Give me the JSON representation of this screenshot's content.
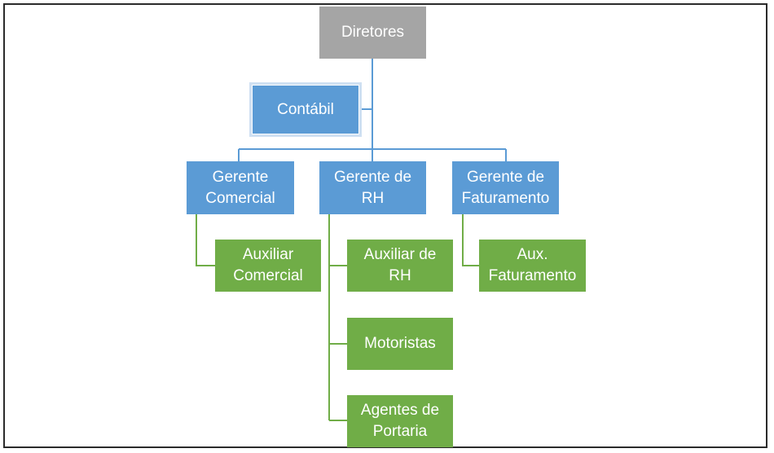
{
  "colors": {
    "director": "#a5a5a5",
    "manager": "#5b9bd5",
    "staff": "#70ad47",
    "connector": "#5b9bd5",
    "staff_connector": "#70ad47"
  },
  "org": {
    "top": {
      "label": "Diretores"
    },
    "assistant": {
      "label": "Contábil"
    },
    "managers": [
      {
        "label": "Gerente\nComercial"
      },
      {
        "label": "Gerente de\nRH"
      },
      {
        "label": "Gerente de\nFaturamento"
      }
    ],
    "staff": [
      {
        "label": "Auxiliar\nComercial"
      },
      {
        "label": "Auxiliar de\nRH"
      },
      {
        "label": "Motoristas"
      },
      {
        "label": "Agentes de\nPortaria"
      },
      {
        "label": "Aux.\nFaturamento"
      }
    ]
  }
}
